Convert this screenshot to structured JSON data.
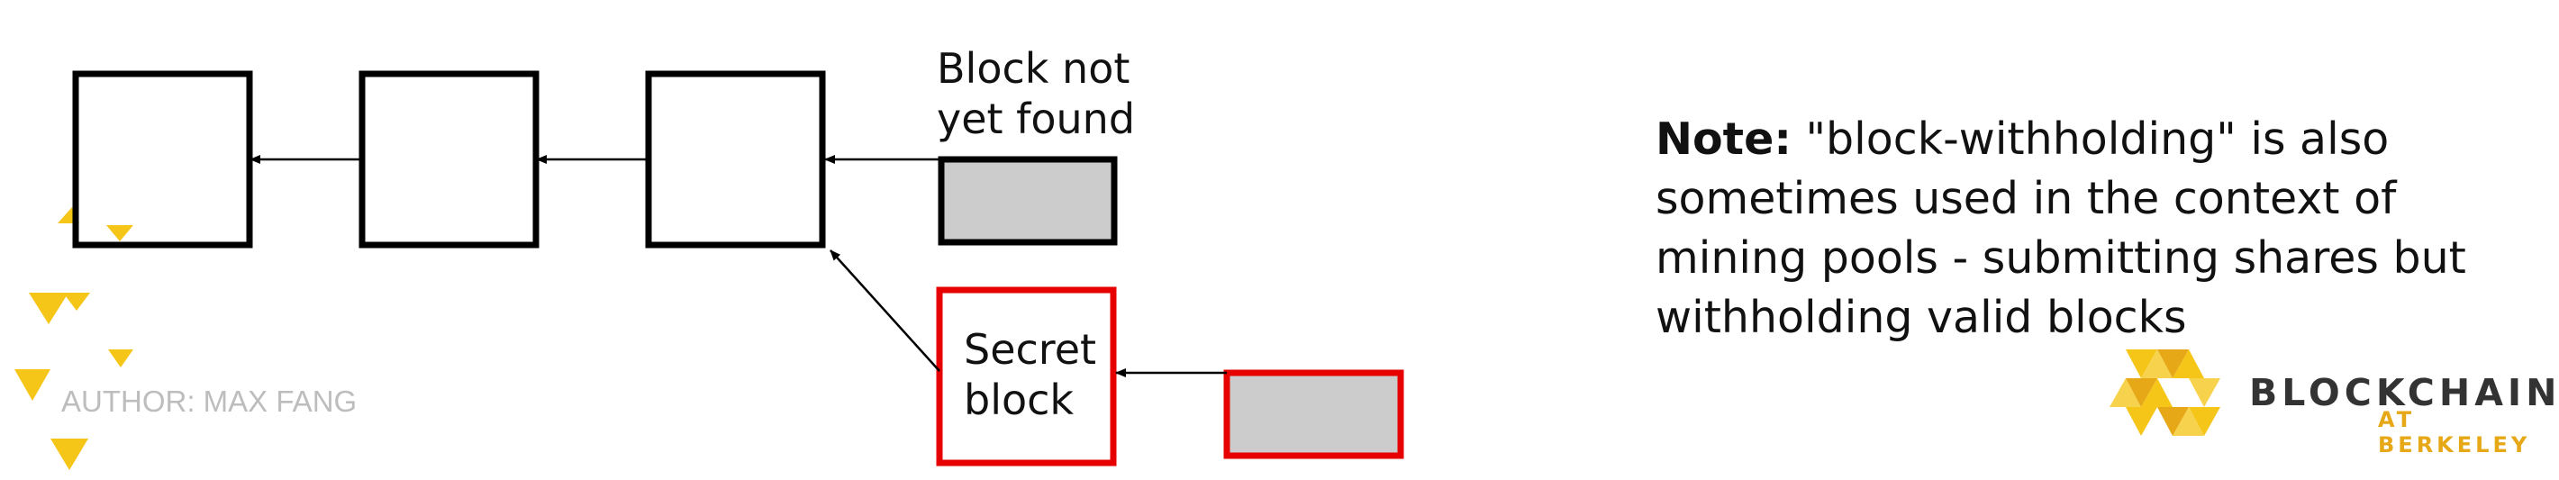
{
  "diagram": {
    "labels": {
      "block_not_found_line1": "Block not",
      "block_not_found_line2": "yet found",
      "secret_block_line1": "Secret",
      "secret_block_line2": "block"
    }
  },
  "note": {
    "label": "Note:",
    "text": " \"block-withholding\" is also sometimes used in the context of mining pools - submitting shares but withholding valid blocks"
  },
  "author": "AUTHOR: MAX FANG",
  "logo": {
    "name": "BLOCKCHAIN",
    "subtitle": "AT BERKELEY",
    "icon": "hexagon-triangles-icon"
  },
  "colors": {
    "block_border": "#000000",
    "secret_border": "#e60000",
    "pending_fill": "#cccccc",
    "accent_yellow": "#f5c518",
    "logo_subtitle": "#e6a817",
    "author_text": "#bdbdbd"
  }
}
